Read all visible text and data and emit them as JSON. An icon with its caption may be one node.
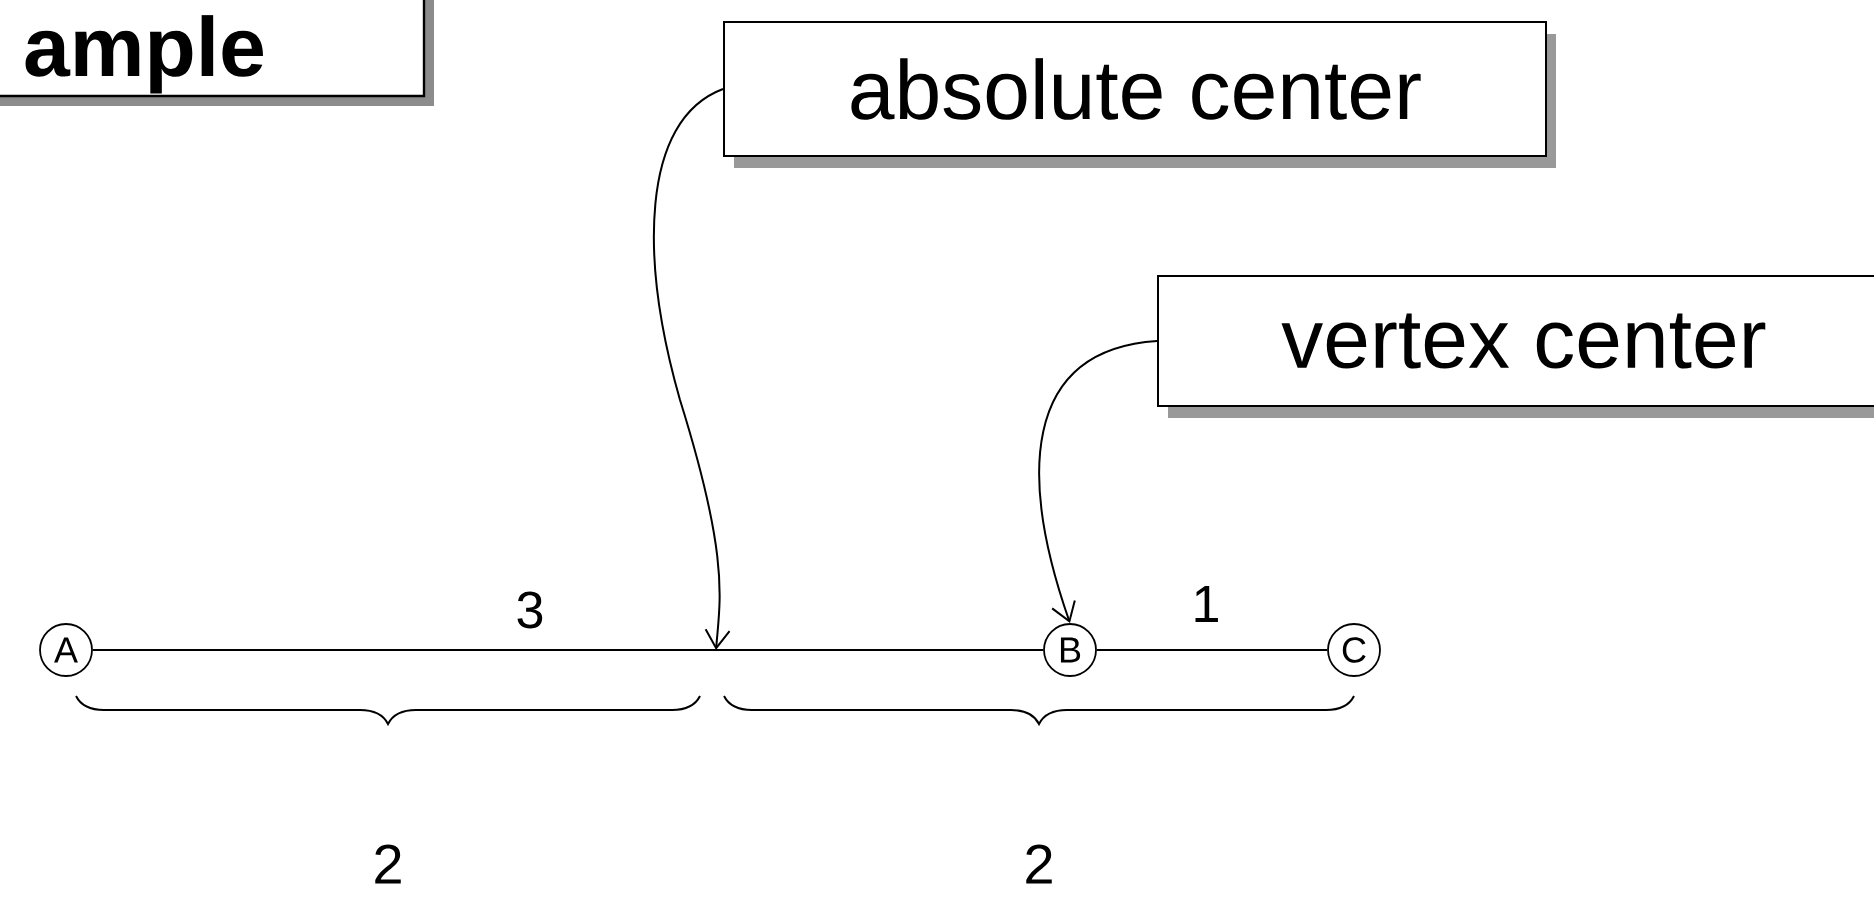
{
  "diagram": {
    "title": "ample",
    "nodes": [
      {
        "text": [
          "absolute center"
        ]
      },
      {
        "text": [
          "vertex center"
        ]
      },
      {
        "text": [
          "A"
        ]
      },
      {
        "text": [
          "B"
        ]
      },
      {
        "text": [
          "C"
        ]
      }
    ],
    "edges": [
      {
        "from": 2,
        "to": 3,
        "label": "3",
        "arrow": "none"
      },
      {
        "from": 3,
        "to": 4,
        "label": "1",
        "arrow": "none"
      },
      {
        "from": 0,
        "to": null,
        "arrow": "to"
      },
      {
        "from": 1,
        "to": 3,
        "arrow": "to"
      }
    ],
    "labels": [
      "2",
      "2"
    ]
  }
}
